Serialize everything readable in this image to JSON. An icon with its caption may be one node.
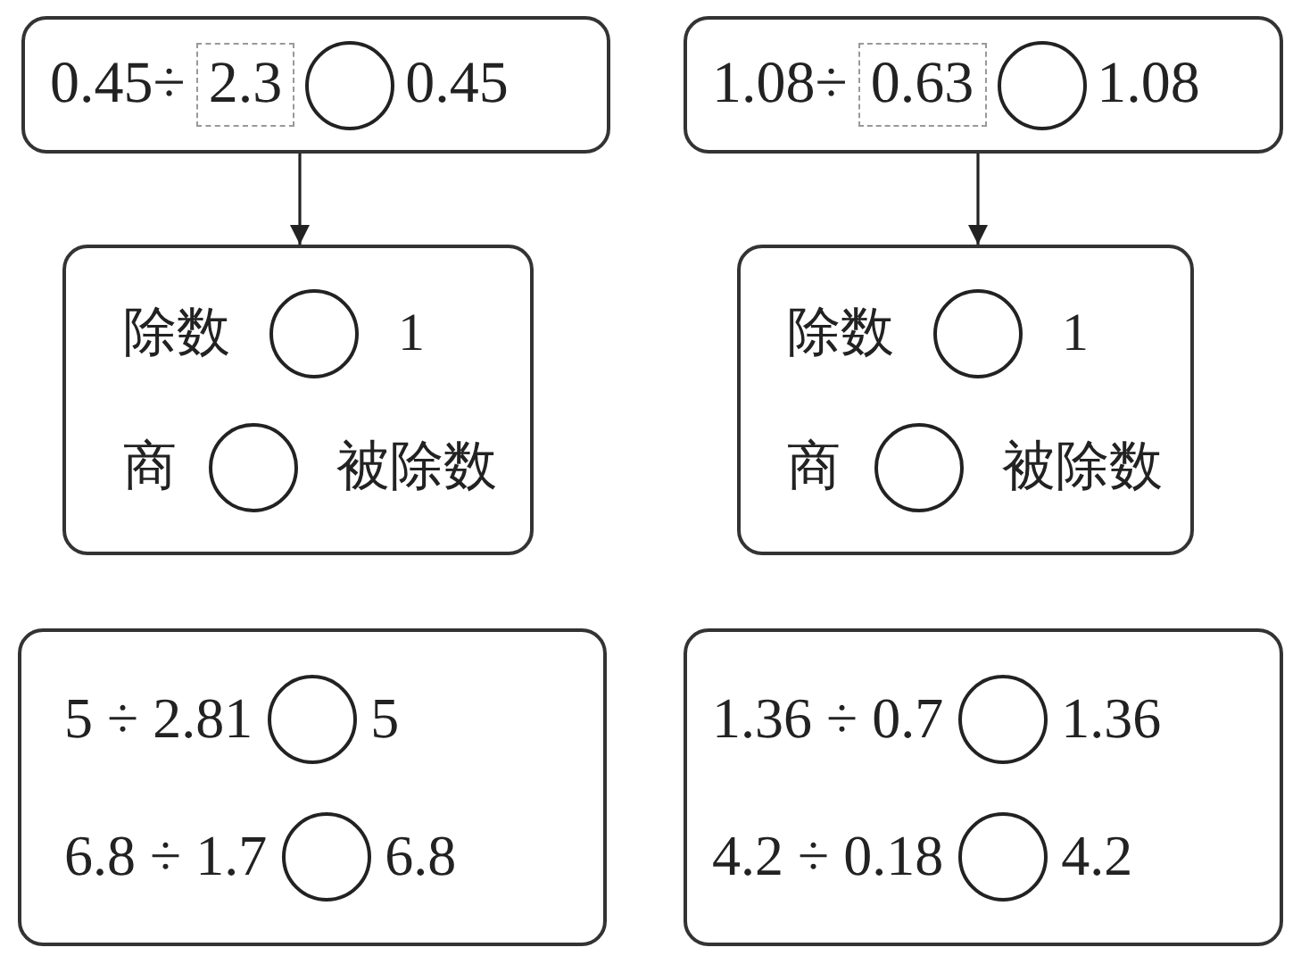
{
  "diagram": {
    "nodes": [
      {
        "text": [
          "0.45÷",
          "0.45"
        ]
      },
      {
        "text": [
          "2.3"
        ],
        "in": 0
      },
      {
        "text": [
          "1.08÷",
          "1.08"
        ]
      },
      {
        "text": [
          "0.63"
        ],
        "in": 2
      },
      {
        "text": [
          "除数",
          "1",
          "商",
          "被除数"
        ]
      },
      {
        "text": [
          "除数",
          "1",
          "商",
          "被除数"
        ]
      },
      {
        "text": [
          "5 ÷ 2.81",
          "5",
          "6.8 ÷ 1.7",
          "6.8"
        ]
      },
      {
        "text": [
          "1.36 ÷ 0.7",
          "1.36",
          "4.2 ÷ 0.18",
          "4.2"
        ]
      }
    ],
    "edges": [
      {
        "from": 0,
        "to": 4,
        "arrow": "to"
      },
      {
        "from": 2,
        "to": 5,
        "arrow": "to"
      }
    ]
  }
}
